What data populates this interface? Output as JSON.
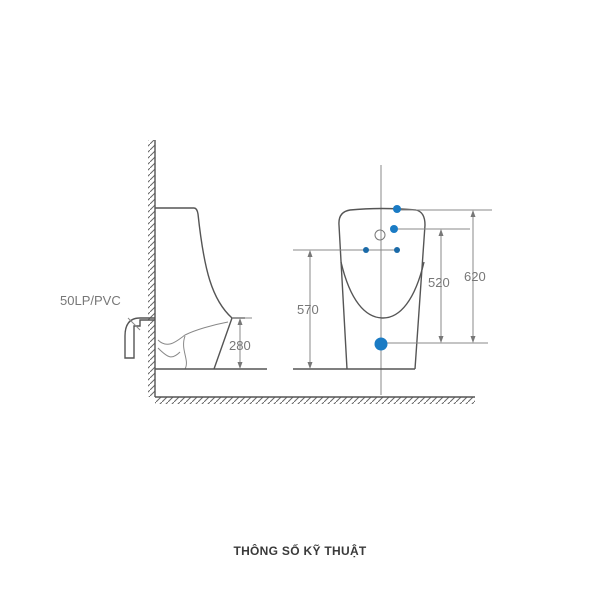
{
  "diagram": {
    "pipe_label": "50LP/PVC",
    "dimensions": {
      "side_outlet_height": "280",
      "inlet_height": "570",
      "mid_height": "520",
      "total_height": "620"
    },
    "accent_color": "#1a7bc4"
  },
  "caption": "THÔNG SỐ KỸ THUẬT"
}
